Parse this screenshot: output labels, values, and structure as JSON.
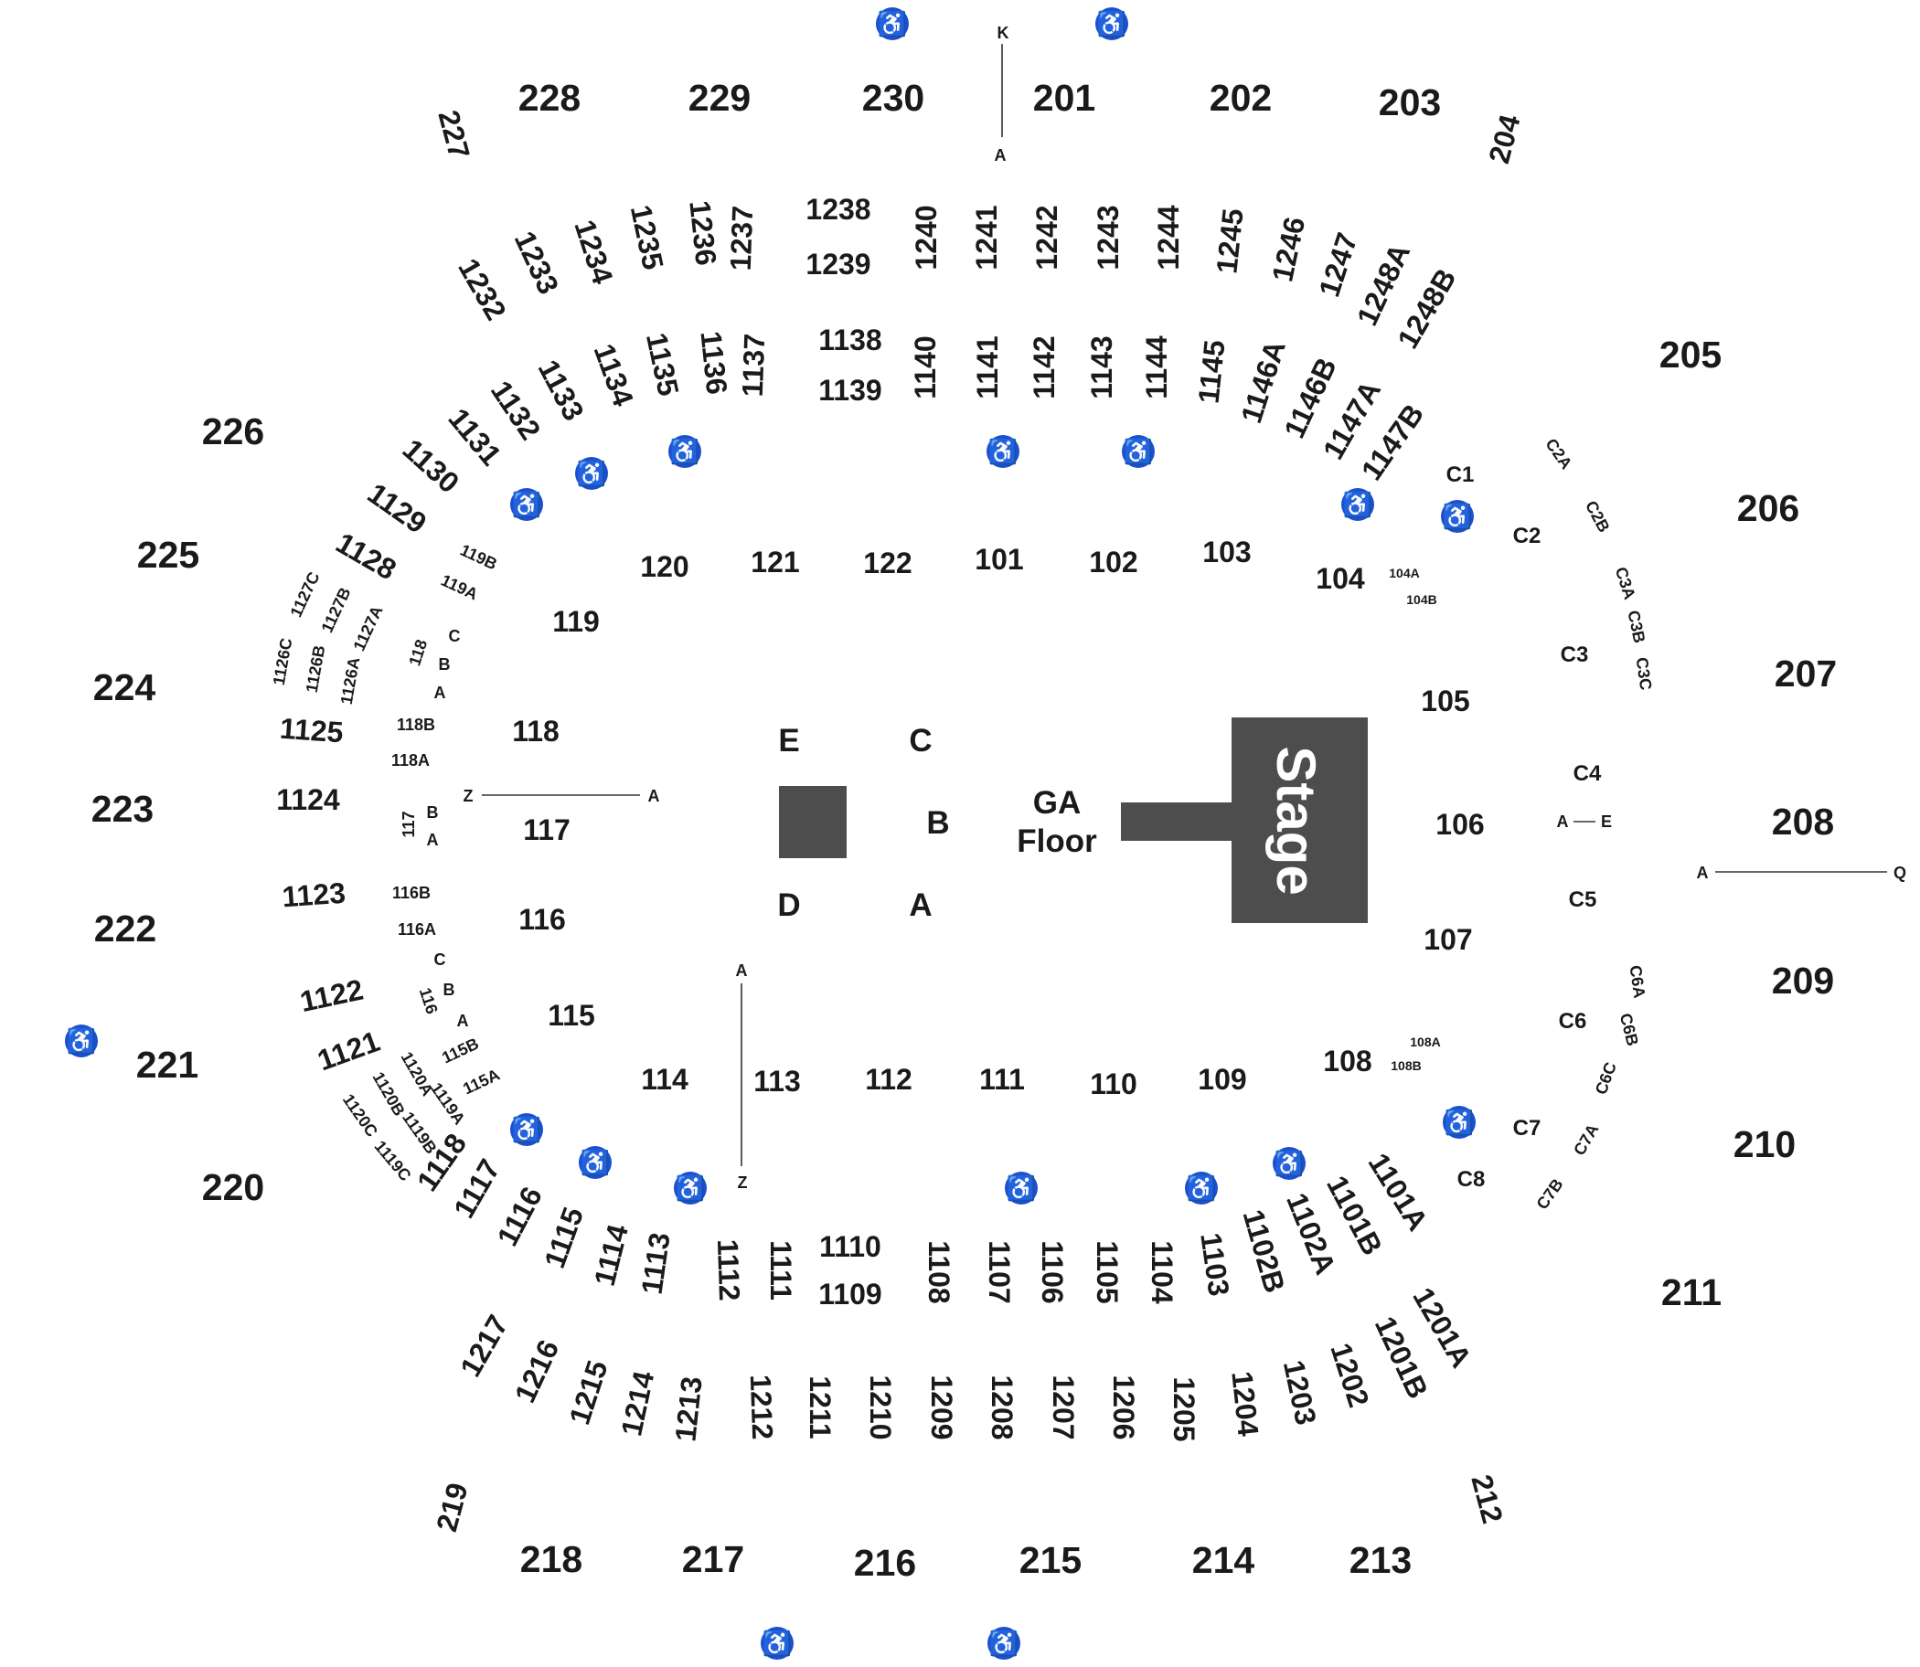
{
  "colors": {
    "stage": "#4d4d4d",
    "accessible": "#1b4fd0",
    "text": "#1a1a1a"
  },
  "stage": {
    "label": "Stage"
  },
  "floor": {
    "ga": [
      "GA",
      "Floor"
    ],
    "letters": {
      "e": "E",
      "c": "C",
      "b": "B",
      "d": "D",
      "a": "A"
    }
  },
  "sections": {
    "upper": [
      "201",
      "202",
      "203",
      "204",
      "205",
      "206",
      "207",
      "208",
      "209",
      "210",
      "211",
      "212",
      "213",
      "214",
      "215",
      "216",
      "217",
      "218",
      "219",
      "220",
      "221",
      "222",
      "223",
      "224",
      "225",
      "226",
      "227",
      "228",
      "229",
      "230"
    ],
    "upper_club_north": [
      "1232",
      "1233",
      "1234",
      "1235",
      "1236",
      "1237",
      "1238",
      "1239",
      "1240",
      "1241",
      "1242",
      "1243",
      "1244",
      "1245",
      "1246",
      "1247",
      "1248A",
      "1248B"
    ],
    "upper_club_south": [
      "1217",
      "1216",
      "1215",
      "1214",
      "1213",
      "1212",
      "1211",
      "1210",
      "1209",
      "1208",
      "1207",
      "1206",
      "1205",
      "1204",
      "1203",
      "1202",
      "1201B",
      "1201A"
    ],
    "mid_north": [
      "1128",
      "1129",
      "1130",
      "1131",
      "1132",
      "1133",
      "1134",
      "1135",
      "1136",
      "1137",
      "1138",
      "1139",
      "1140",
      "1141",
      "1142",
      "1143",
      "1144",
      "1145",
      "1146A",
      "1146B",
      "1147A",
      "1147B"
    ],
    "mid_west": [
      "1127C",
      "1127B",
      "1127A",
      "1126C",
      "1126B",
      "1126A",
      "1125",
      "1124",
      "1123",
      "1122",
      "1121"
    ],
    "mid_south": [
      "1120A",
      "1119A",
      "1120B",
      "1119B",
      "1120C",
      "1119C",
      "1118",
      "1117",
      "1116",
      "1115",
      "1114",
      "1113",
      "1112",
      "1111",
      "1110",
      "1109",
      "1108",
      "1107",
      "1106",
      "1105",
      "1104",
      "1103",
      "1102B",
      "1102A",
      "1101B",
      "1101A"
    ],
    "lower": [
      "101",
      "102",
      "103",
      "104",
      "105",
      "106",
      "107",
      "108",
      "109",
      "110",
      "111",
      "112",
      "113",
      "114",
      "115",
      "116",
      "117",
      "118",
      "119",
      "120",
      "121",
      "122"
    ],
    "lower_sub": [
      "104A",
      "104B",
      "108A",
      "108B",
      "119B",
      "119A",
      "118B",
      "118A",
      "116B",
      "116A",
      "115B",
      "115A"
    ],
    "club": [
      "C1",
      "C2",
      "C2A",
      "C2B",
      "C3",
      "C3A",
      "C3B",
      "C3C",
      "C4",
      "C5",
      "C6",
      "C6A",
      "C6B",
      "C6C",
      "C7",
      "C7A",
      "C7B",
      "C8"
    ]
  },
  "rows": {
    "k": "K",
    "a": "A",
    "z": "Z",
    "q": "Q",
    "e": "E",
    "b": "B",
    "c": "C",
    "n118": "118",
    "n117": "117",
    "n116": "116"
  },
  "accessible_icon": "wheelchair-icon",
  "accessible_glyph": "♿"
}
